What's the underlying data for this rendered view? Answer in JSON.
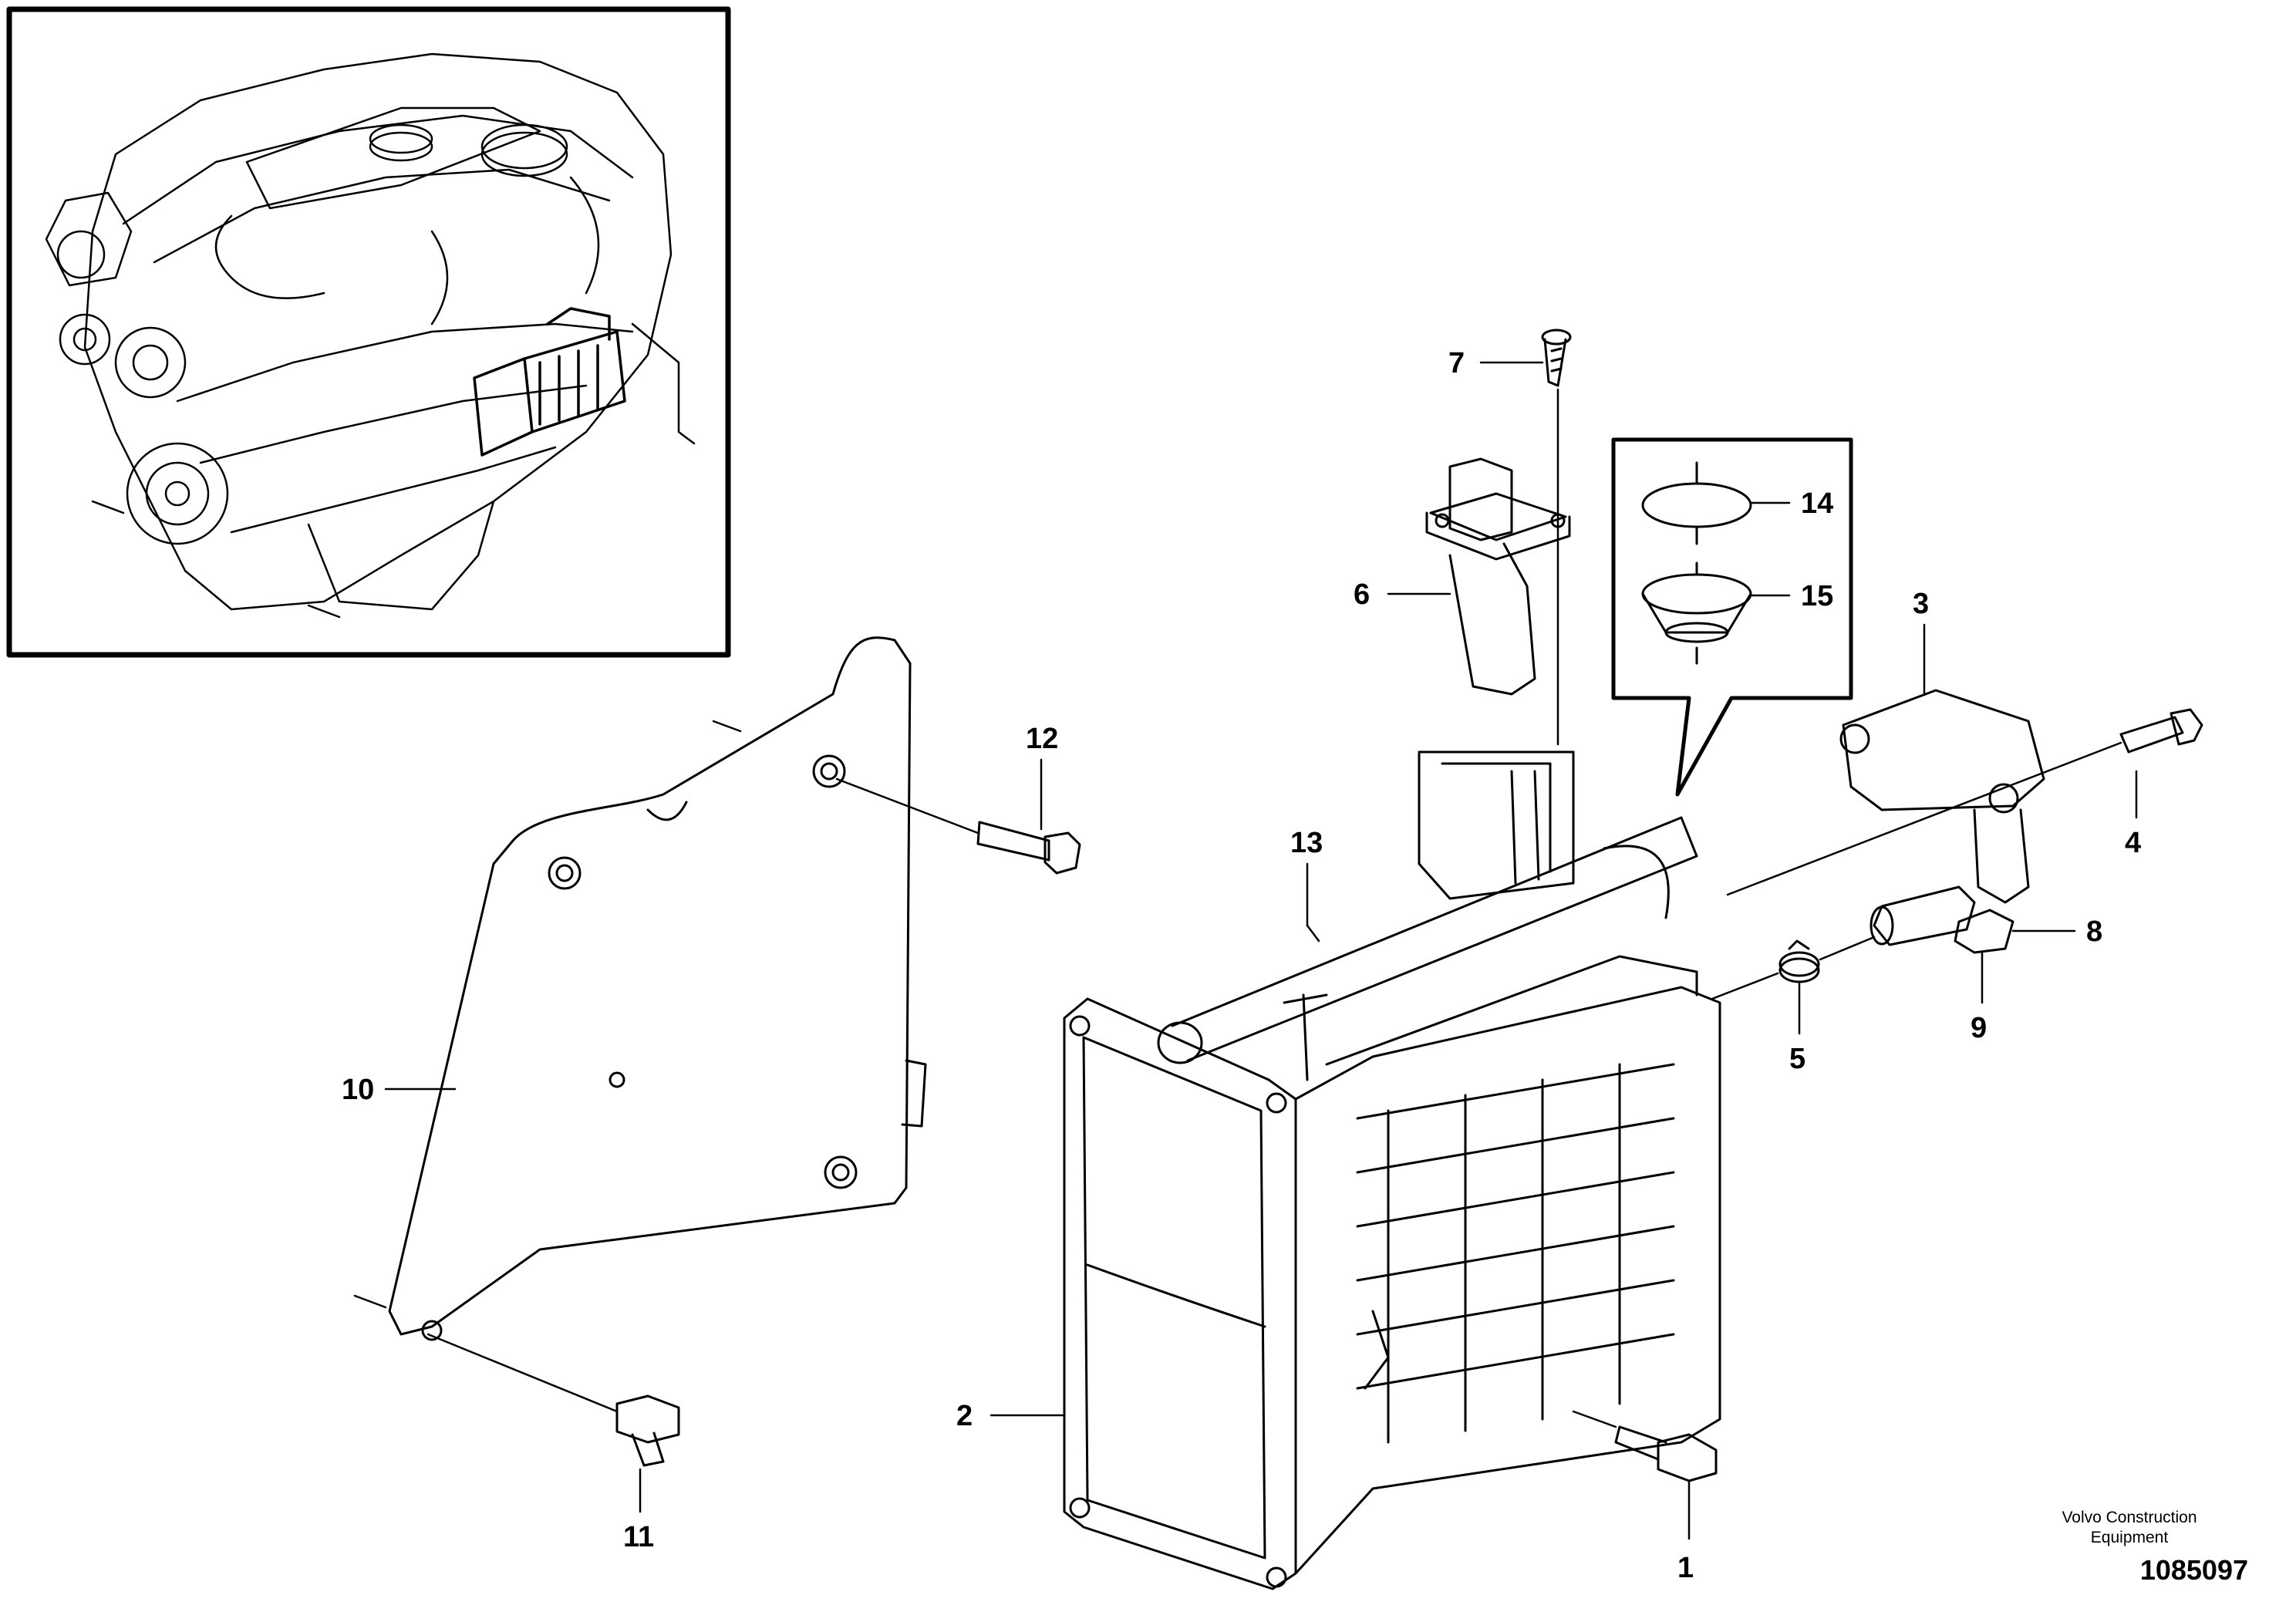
{
  "callouts": {
    "c1": "1",
    "c2": "2",
    "c3": "3",
    "c4": "4",
    "c5": "5",
    "c6": "6",
    "c7": "7",
    "c8": "8",
    "c9": "9",
    "c10": "10",
    "c11": "11",
    "c12": "12",
    "c13": "13",
    "c14": "14",
    "c15": "15"
  },
  "footer": {
    "brand_line1": "Volvo Construction",
    "brand_line2": "Equipment",
    "illustration_number": "1085097"
  },
  "colors": {
    "ink": "#000000",
    "paper": "#ffffff"
  }
}
